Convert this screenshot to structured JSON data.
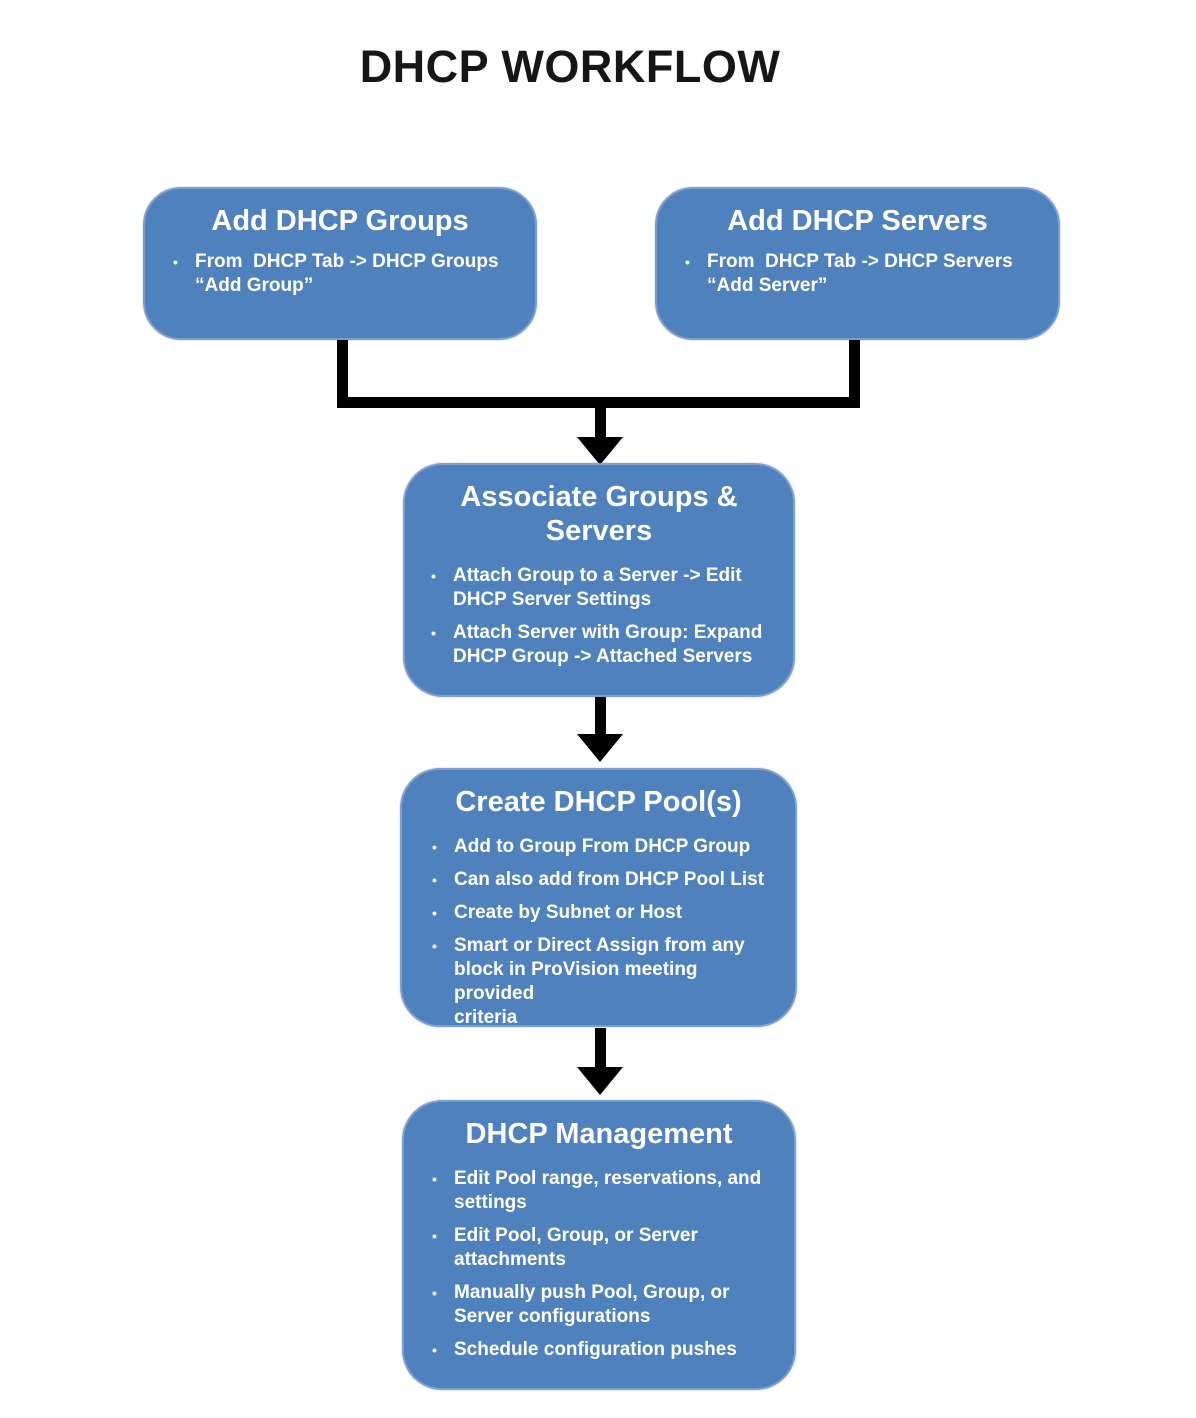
{
  "title": "DHCP WORKFLOW",
  "bullet_marker": "•",
  "colors": {
    "box_fill": "#4f81bd",
    "box_border": "#7b9fce",
    "box_text": "#ffffff",
    "connector": "#000000",
    "title_text": "#161616",
    "background": "#ffffff"
  },
  "nodes": [
    {
      "id": "add-dhcp-groups",
      "heading": "Add DHCP Groups",
      "bullets": [
        "From  DHCP Tab -> DHCP Groups\n“Add Group”"
      ]
    },
    {
      "id": "add-dhcp-servers",
      "heading": "Add DHCP Servers",
      "bullets": [
        "From  DHCP Tab -> DHCP Servers\n“Add Server”"
      ]
    },
    {
      "id": "associate-groups-servers",
      "heading": "Associate Groups &\nServers",
      "bullets": [
        "Attach Group to a Server -> Edit\nDHCP Server Settings",
        "Attach Server with Group: Expand\nDHCP Group -> Attached Servers"
      ]
    },
    {
      "id": "create-dhcp-pools",
      "heading": "Create DHCP Pool(s)",
      "bullets": [
        "Add to Group From DHCP Group",
        "Can also add from DHCP Pool List",
        "Create by Subnet or Host",
        "Smart or Direct Assign from any\nblock in ProVision meeting provided\ncriteria"
      ]
    },
    {
      "id": "dhcp-management",
      "heading": "DHCP Management",
      "bullets": [
        "Edit Pool range, reservations, and\nsettings",
        "Edit Pool, Group, or Server\nattachments",
        "Manually push Pool, Group, or\nServer configurations",
        "Schedule configuration pushes"
      ]
    }
  ]
}
